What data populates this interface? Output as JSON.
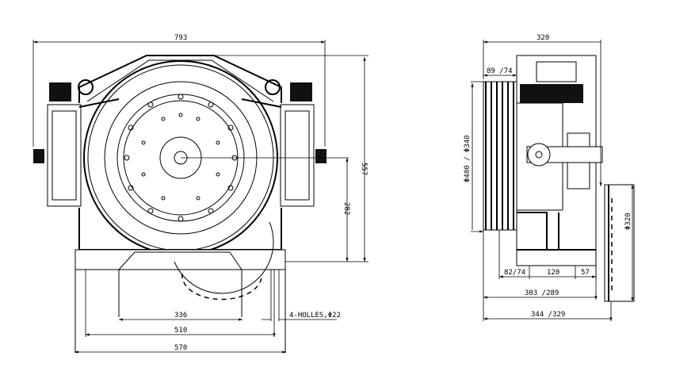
{
  "front_view": {
    "dim_overall_width": "793",
    "dim_overall_height": "557",
    "dim_shaft_height": "282",
    "dim_hole_spacing_inner": "336",
    "dim_hole_spacing_outer": "510",
    "dim_base_width": "570",
    "hole_note": "4-HOLLES,Φ22"
  },
  "side_view": {
    "dim_top_width": "320",
    "dim_sheave_width": "89 /74",
    "dim_sheave_diameter": "Φ400 / Φ340",
    "dim_offset": "82/74",
    "dim_hole_spacing": "120",
    "dim_edge": "57",
    "dim_body_depth": "303 /289",
    "dim_total_depth": "344 /329",
    "dim_brake_diameter": "Φ320"
  }
}
